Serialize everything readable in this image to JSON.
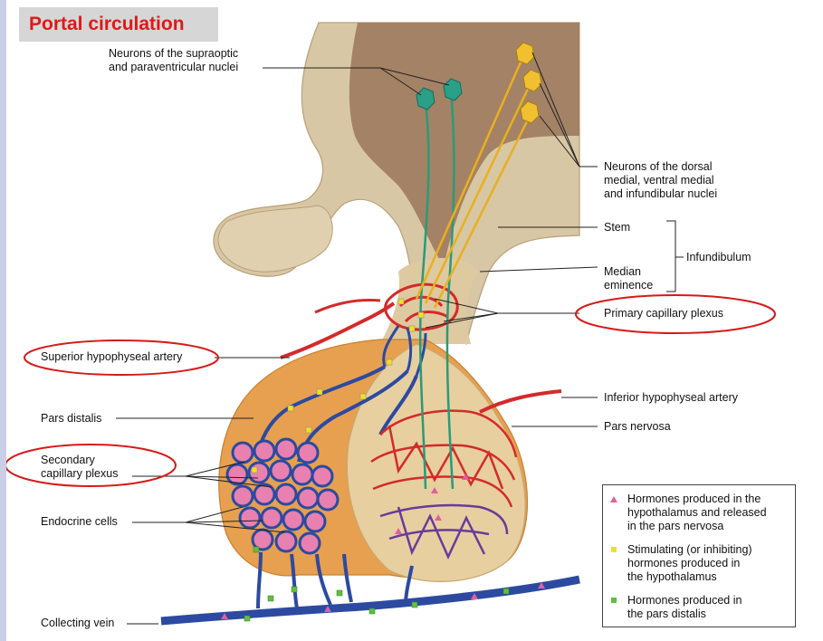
{
  "title": "Portal circulation",
  "labels": {
    "neurons_supraoptic": "Neurons of the supraoptic\nand paraventricular nuclei",
    "neurons_dorsal": "Neurons of the dorsal\nmedial, ventral medial\nand infundibular nuclei",
    "stem": "Stem",
    "infundibulum": "Infundibulum",
    "median_eminence": "Median\neminence",
    "primary_capillary_plexus": "Primary capillary plexus",
    "superior_hypophyseal_artery": "Superior hypophyseal artery",
    "inferior_hypophyseal_artery": "Inferior hypophyseal artery",
    "pars_distalis": "Pars distalis",
    "pars_nervosa": "Pars nervosa",
    "secondary_capillary_plexus": "Secondary\ncapillary plexus",
    "endocrine_cells": "Endocrine cells",
    "collecting_vein": "Collecting vein"
  },
  "legend": [
    {
      "marker": "triangle",
      "color": "#e060a0",
      "text": "Hormones produced in the\nhypothalamus and released\nin the pars nervosa"
    },
    {
      "marker": "square",
      "color": "#f2e020",
      "text": "Stimulating (or inhibiting)\nhormones produced in\nthe hypothalamus"
    },
    {
      "marker": "square",
      "color": "#60c040",
      "text": "Hormones produced in\nthe pars distalis"
    }
  ],
  "colors": {
    "title_text": "#e01818",
    "title_bg": "#d6d6d6",
    "highlight_ellipse": "#d61a1a",
    "artery": "#d42a2a",
    "vein": "#2c4aa0",
    "tract_green": "#2a9a78",
    "tract_yellow": "#e8b020",
    "brain": "#d8c7a4",
    "ventricle": "#9e7a5e",
    "pars_distalis": "#e6a050",
    "pars_nervosa": "#e7cfa0",
    "endocrine_cell": "#e880b0"
  }
}
